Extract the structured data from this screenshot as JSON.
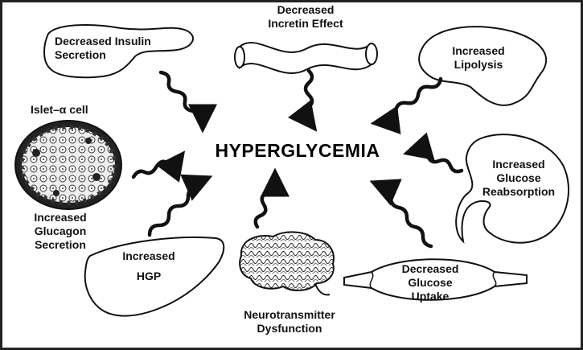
{
  "center": {
    "title": "HYPERGLYCEMIA"
  },
  "factors": {
    "insulin": {
      "line1": "Decreased Insulin",
      "line2": "Secretion"
    },
    "incretin": {
      "line1": "Decreased",
      "line2": "Incretin Effect"
    },
    "lipolysis": {
      "line1": "Increased",
      "line2": "Lipolysis"
    },
    "islet": {
      "label": "Islet–α cell"
    },
    "glucagon": {
      "line1": "Increased",
      "line2": "Glucagon",
      "line3": "Secretion"
    },
    "reabsorption": {
      "line1": "Increased",
      "line2": "Glucose",
      "line3": "Reabsorption"
    },
    "hgp": {
      "line1": "Increased",
      "line2": "HGP"
    },
    "neuro": {
      "line1": "Neurotransmitter",
      "line2": "Dysfunction"
    },
    "uptake": {
      "line1": "Decreased",
      "line2": "Glucose",
      "line3": "Uptake"
    }
  },
  "icons": [
    "pancreas-icon",
    "intestine-icon",
    "adipose-icon",
    "islet-icon",
    "kidney-icon",
    "liver-icon",
    "brain-icon",
    "muscle-icon"
  ],
  "colors": {
    "stroke": "#111111",
    "background": "#ffffff"
  }
}
